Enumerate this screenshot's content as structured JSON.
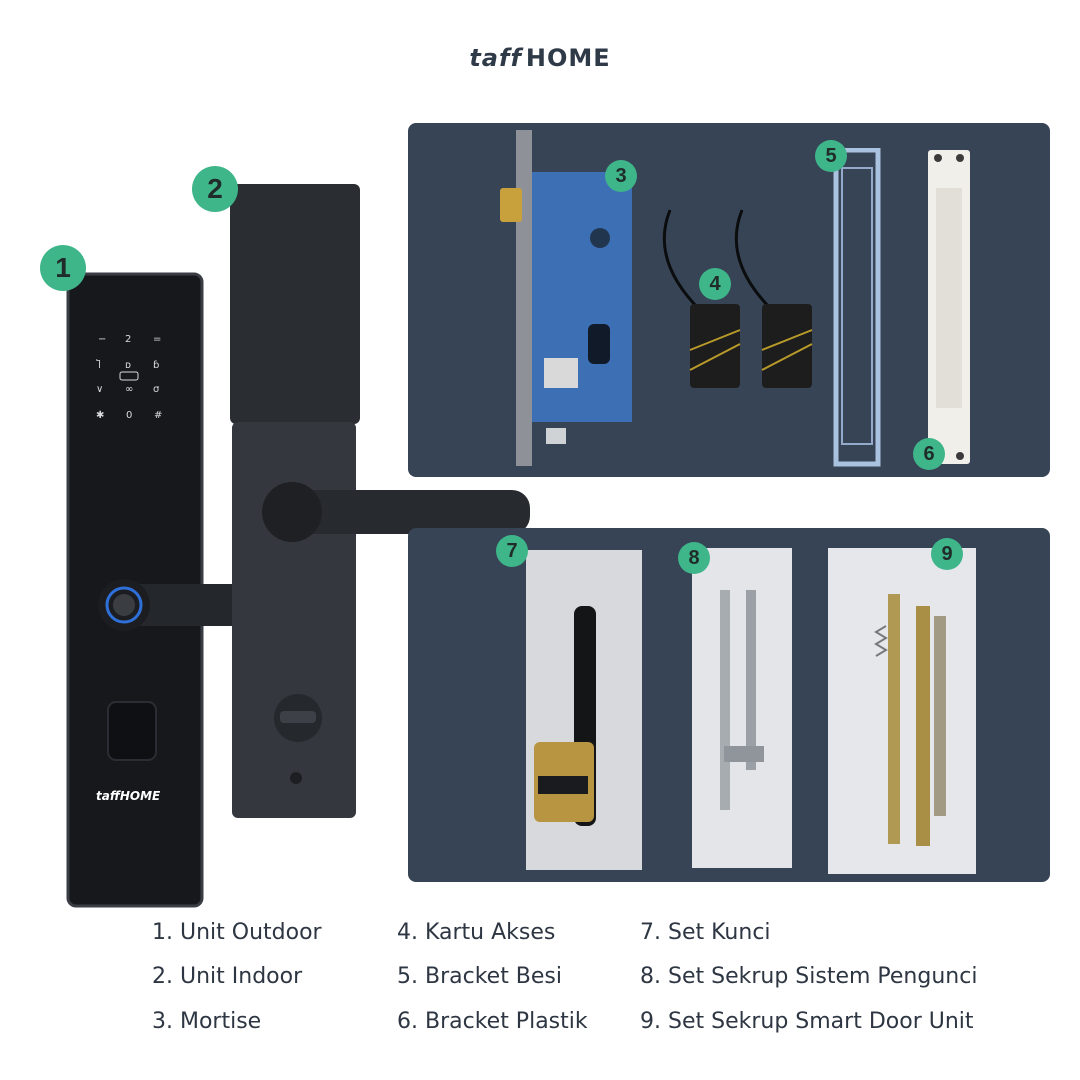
{
  "header": {
    "brand": "taff",
    "brand_suffix": "HOME"
  },
  "device": {
    "brand_text": "taffHOME"
  },
  "badges": [
    "1",
    "2",
    "3",
    "4",
    "5",
    "6",
    "7",
    "8",
    "9"
  ],
  "legend": {
    "col1": [
      "1. Unit Outdoor",
      "2. Unit Indoor",
      "3. Mortise"
    ],
    "col2": [
      "4. Kartu Akses",
      "5. Bracket Besi",
      "6. Bracket Plastik"
    ],
    "col3": [
      "7. Set Kunci",
      "8. Set Sekrup Sistem Pengunci",
      "9. Set Sekrup Smart Door Unit"
    ]
  },
  "colors": {
    "panel": "#364455",
    "badge": "#3fb58a",
    "text": "#2d3642"
  }
}
